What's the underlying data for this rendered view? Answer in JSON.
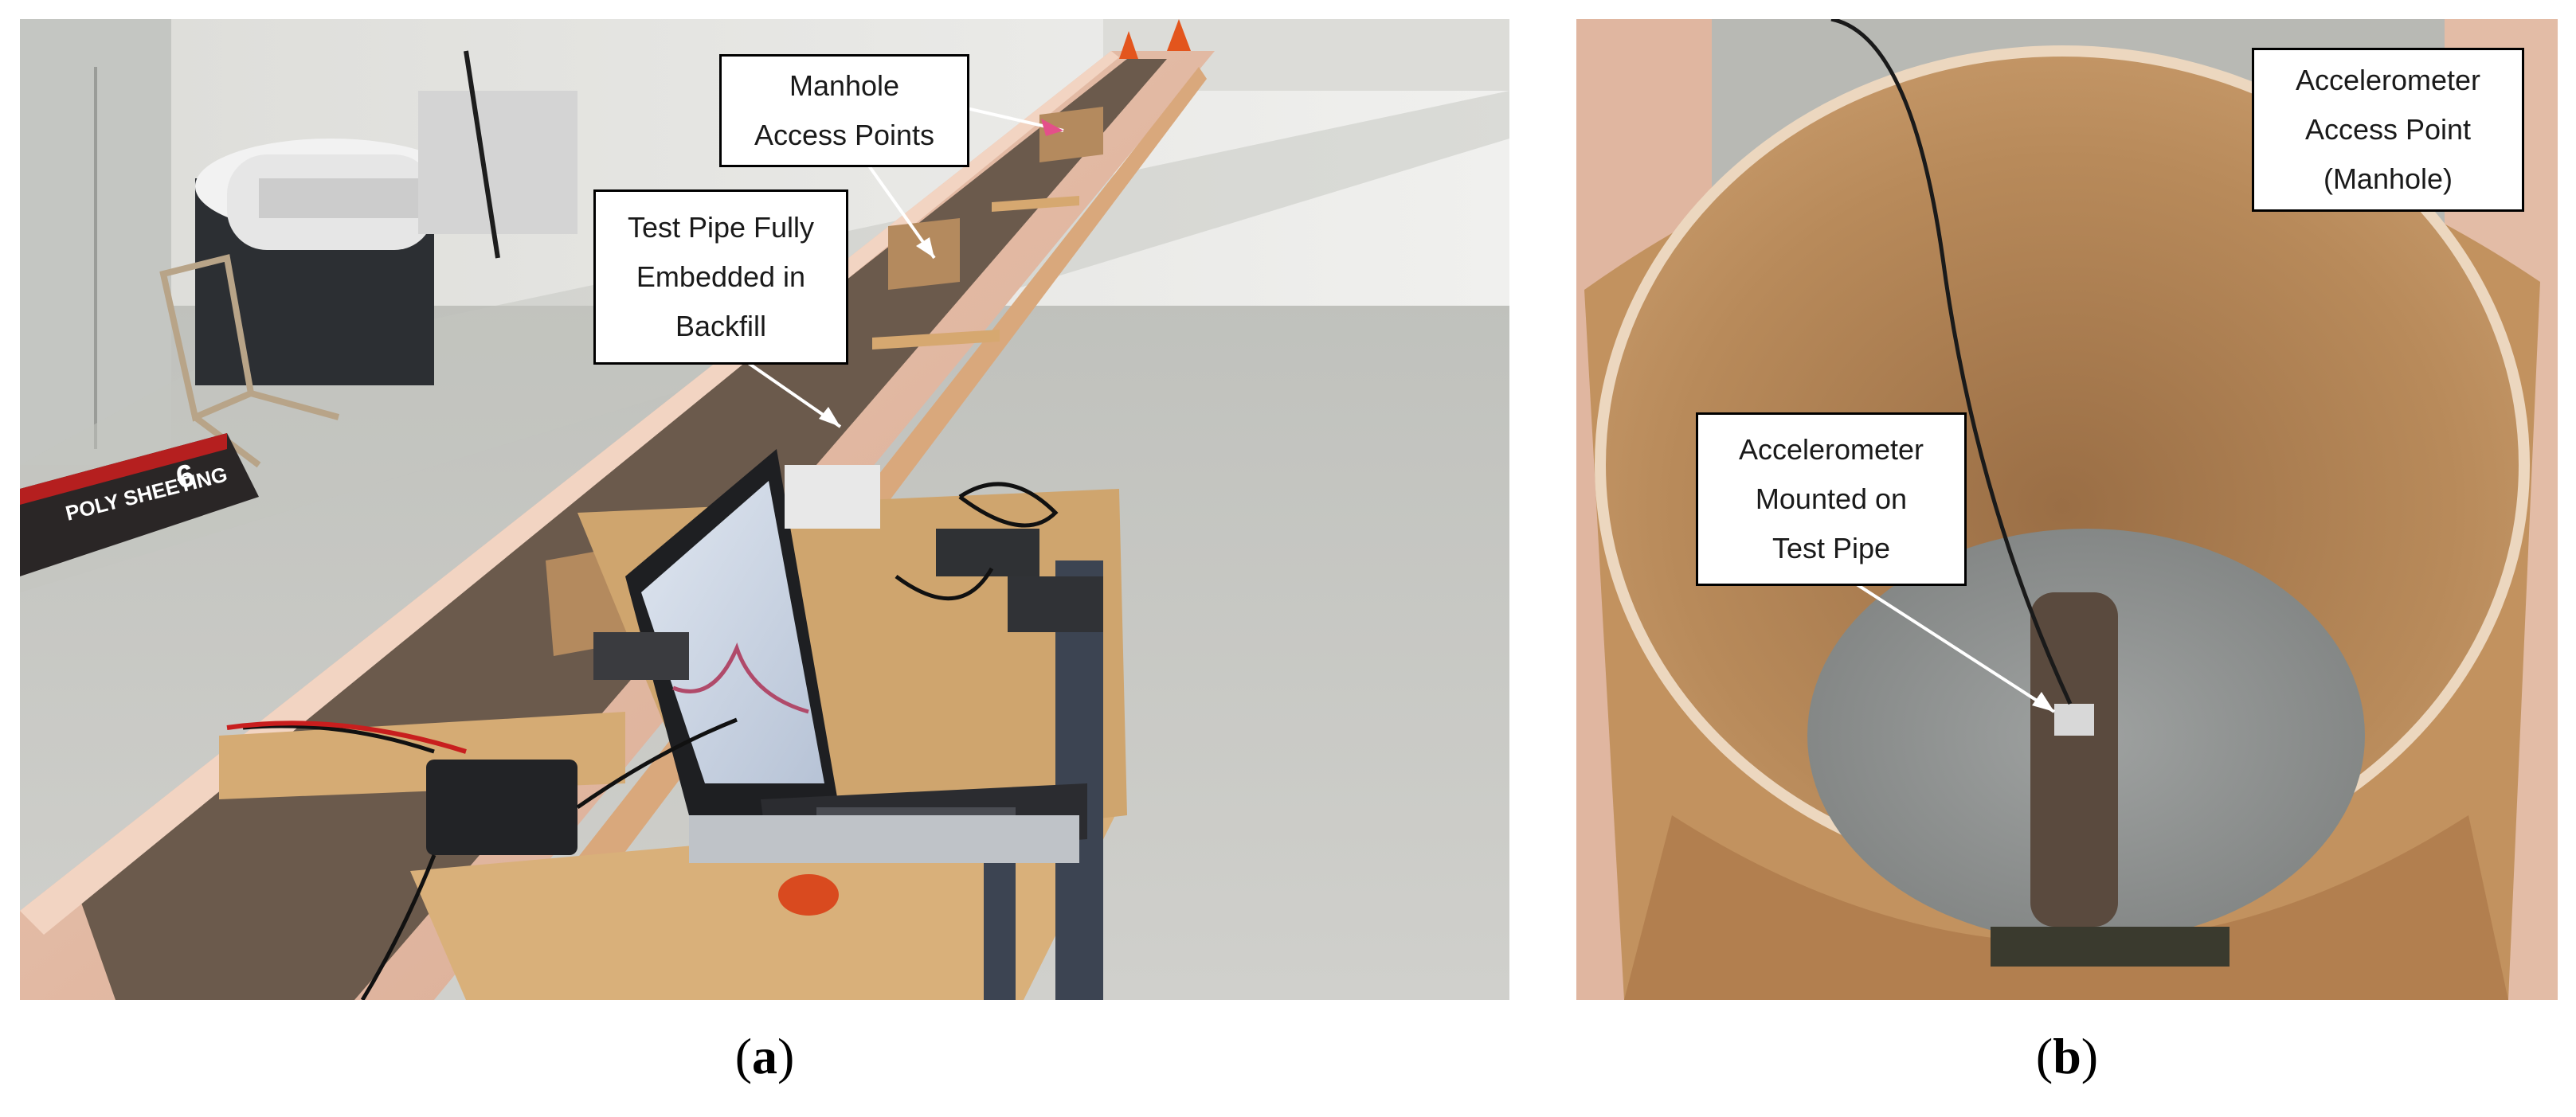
{
  "panels": {
    "a": {
      "callouts": {
        "manhole": [
          "Manhole",
          "Access Points"
        ],
        "test_pipe": [
          "Test Pipe Fully",
          "Embedded in",
          "Backfill"
        ]
      },
      "caption": {
        "open": "(",
        "letter": "a",
        "close": ")"
      }
    },
    "b": {
      "callouts": {
        "access_point": [
          "Accelerometer",
          "Access Point",
          "(Manhole)"
        ],
        "mounted": [
          "Accelerometer",
          "Mounted on",
          "Test Pipe"
        ]
      },
      "caption": {
        "open": "(",
        "letter": "b",
        "close": ")"
      }
    }
  },
  "colors": {
    "callout_border": "#000000",
    "callout_fill": "#ffffff",
    "arrow": "#ffffff",
    "tube": "#b88a5a",
    "trough": "#e7c4b0",
    "floor": "#c9c9c4"
  },
  "photo_text": {
    "box_label": "POLY SHEETING",
    "box_size": "6"
  }
}
